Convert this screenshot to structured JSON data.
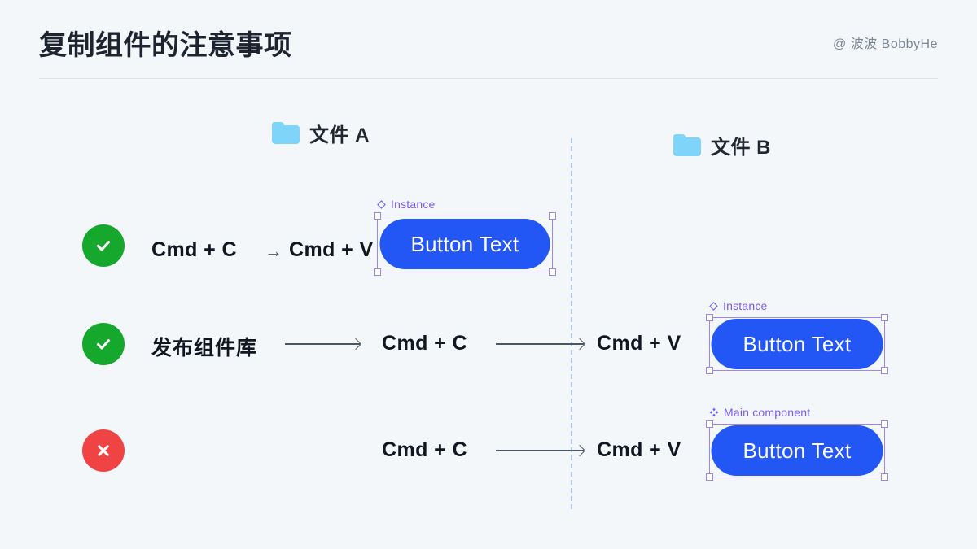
{
  "header": {
    "title": "复制组件的注意事项",
    "byline": "@ 波波 BobbyHe"
  },
  "columns": [
    {
      "icon": "folder-icon",
      "label": "文件 A"
    },
    {
      "icon": "folder-icon",
      "label": "文件 B"
    }
  ],
  "rows": [
    {
      "status": "check-circle-icon",
      "status_kind": "ok",
      "left_label": "",
      "copy_label": "Cmd + C",
      "arrow": "→",
      "paste_label": "Cmd + V",
      "artboard": {
        "tag_icon": "instance-diamond-icon",
        "tag_label": "Instance",
        "button_label": "Button Text"
      }
    },
    {
      "status": "check-circle-icon",
      "status_kind": "ok",
      "left_label": "发布组件库",
      "copy_label": "Cmd + C",
      "paste_label": "Cmd + V",
      "artboard": {
        "tag_icon": "instance-diamond-icon",
        "tag_label": "Instance",
        "button_label": "Button Text"
      }
    },
    {
      "status": "cross-circle-icon",
      "status_kind": "bad",
      "left_label": "",
      "copy_label": "Cmd + C",
      "paste_label": "Cmd + V",
      "artboard": {
        "tag_icon": "main-component-icon",
        "tag_label": "Main component",
        "button_label": "Button Text"
      }
    }
  ],
  "colors": {
    "background": "#f3f7fa",
    "title": "#1d2430",
    "byline": "#7c8794",
    "ok_green": "#15a82c",
    "bad_red": "#f04343",
    "button_blue": "#2256f5",
    "selection_purple": "#9b86f2",
    "tag_purple": "#7b5cf0",
    "folder_blue": "#7fd4f9",
    "divider_blue": "#a9c4f0"
  }
}
